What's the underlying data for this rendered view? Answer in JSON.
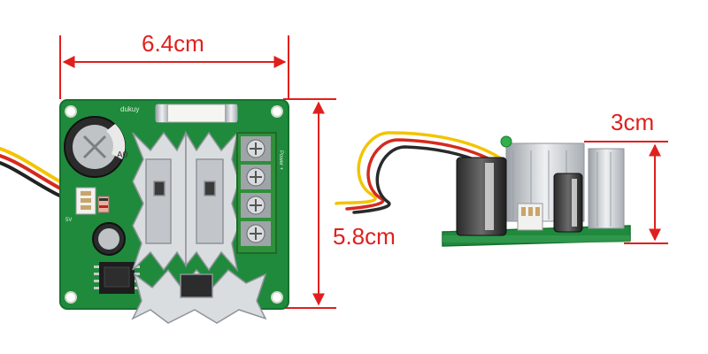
{
  "dimensions": {
    "width_label": "6.4cm",
    "height_label": "5.8cm",
    "depth_label": "3cm"
  },
  "board": {
    "silkscreen_brand": "dukuy",
    "silkscreen_power": "Power +",
    "silkscreen_5v": "5V",
    "capacitor_marking": "A0"
  },
  "colors": {
    "dimension_line": "#e0201e",
    "pcb_green": "#1f8a3c",
    "heatsink_silver": "#d6d9dc",
    "terminal_green": "#2f8f3a"
  }
}
